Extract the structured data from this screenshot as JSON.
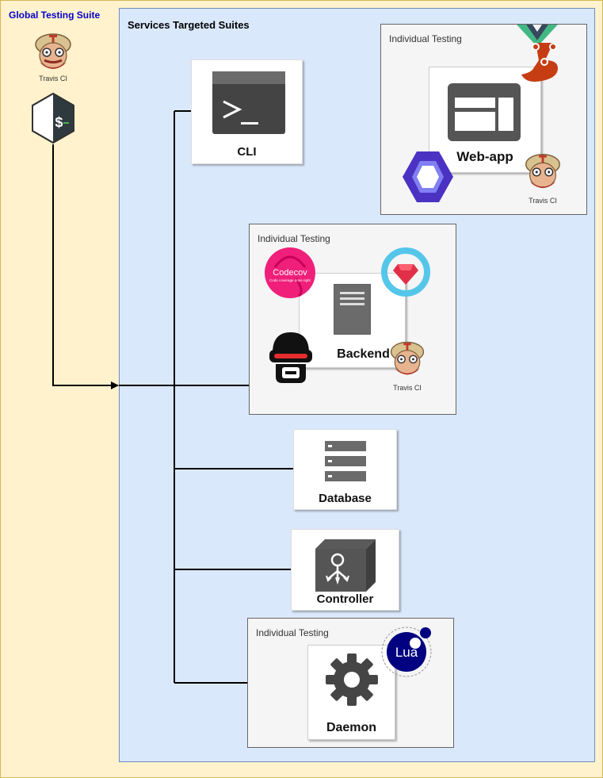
{
  "global_suite": {
    "title": "Global Testing Suite"
  },
  "services_suite": {
    "title": "Services Targeted Suites"
  },
  "groups": {
    "webapp": {
      "title": "Individual Testing"
    },
    "backend": {
      "title": "Individual Testing"
    },
    "daemon": {
      "title": "Individual Testing"
    }
  },
  "nodes": {
    "cli": "CLI",
    "webapp": "Web-app",
    "backend": "Backend",
    "database": "Database",
    "controller": "Controller",
    "daemon": "Daemon"
  },
  "logos": {
    "travis": "Travis CI",
    "codecov_name": "Codecov",
    "codecov_tagline": "Code coverage done right.",
    "lua": "Lua"
  },
  "icons": [
    "travis-ci-icon",
    "bash-shell-icon",
    "terminal-icon",
    "web-layout-icon",
    "server-icon",
    "database-icon",
    "controller-box-icon",
    "gear-icon",
    "vue-icon",
    "jest-icon",
    "eslint-icon",
    "codecov-icon",
    "rubocop-icon",
    "ruby-icon",
    "lua-icon"
  ],
  "colors": {
    "global_fill": "#fff2cc",
    "global_border": "#d6b656",
    "services_fill": "#dae8fc",
    "services_border": "#6c8ebf",
    "group_fill": "#f5f5f5",
    "global_title": "#0000cc"
  }
}
